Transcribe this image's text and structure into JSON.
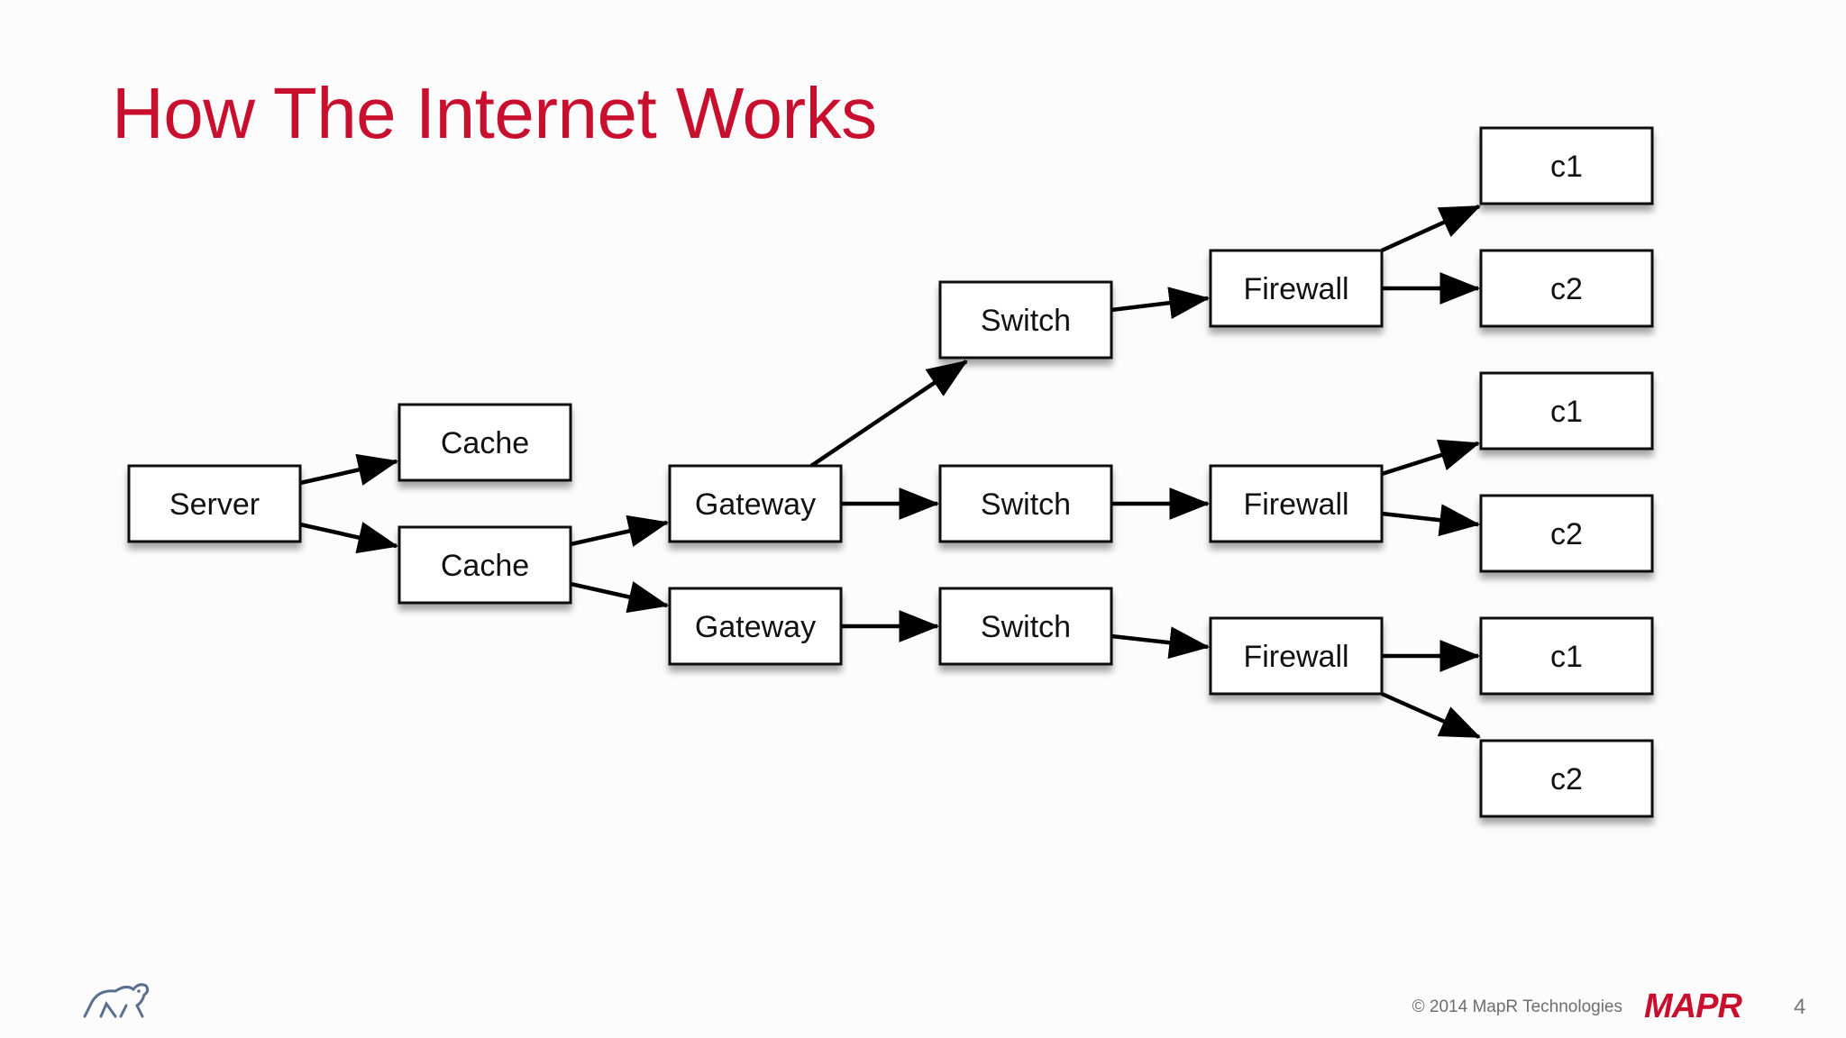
{
  "slide": {
    "title": "How The Internet Works",
    "copyright": "© 2014 MapR Technologies",
    "brand": "MAPR",
    "page_number": "4",
    "title_color": "#c8102e"
  },
  "diagram": {
    "nodes": [
      {
        "id": "server",
        "label": "Server"
      },
      {
        "id": "cache1",
        "label": "Cache"
      },
      {
        "id": "cache2",
        "label": "Cache"
      },
      {
        "id": "gateway1",
        "label": "Gateway"
      },
      {
        "id": "gateway2",
        "label": "Gateway"
      },
      {
        "id": "switch1",
        "label": "Switch"
      },
      {
        "id": "switch2",
        "label": "Switch"
      },
      {
        "id": "switch3",
        "label": "Switch"
      },
      {
        "id": "firewall1",
        "label": "Firewall"
      },
      {
        "id": "firewall2",
        "label": "Firewall"
      },
      {
        "id": "firewall3",
        "label": "Firewall"
      },
      {
        "id": "c1a",
        "label": "c1"
      },
      {
        "id": "c2a",
        "label": "c2"
      },
      {
        "id": "c1b",
        "label": "c1"
      },
      {
        "id": "c2b",
        "label": "c2"
      },
      {
        "id": "c1c",
        "label": "c1"
      },
      {
        "id": "c2c",
        "label": "c2"
      }
    ],
    "edges": [
      {
        "from": "server",
        "to": "cache1"
      },
      {
        "from": "server",
        "to": "cache2"
      },
      {
        "from": "cache2",
        "to": "gateway1"
      },
      {
        "from": "cache2",
        "to": "gateway2"
      },
      {
        "from": "gateway1",
        "to": "switch1"
      },
      {
        "from": "gateway1",
        "to": "switch2"
      },
      {
        "from": "gateway2",
        "to": "switch3"
      },
      {
        "from": "switch1",
        "to": "firewall1"
      },
      {
        "from": "switch2",
        "to": "firewall2"
      },
      {
        "from": "switch3",
        "to": "firewall3"
      },
      {
        "from": "firewall1",
        "to": "c1a"
      },
      {
        "from": "firewall1",
        "to": "c2a"
      },
      {
        "from": "firewall2",
        "to": "c1b"
      },
      {
        "from": "firewall2",
        "to": "c2b"
      },
      {
        "from": "firewall3",
        "to": "c1c"
      },
      {
        "from": "firewall3",
        "to": "c2c"
      }
    ]
  }
}
